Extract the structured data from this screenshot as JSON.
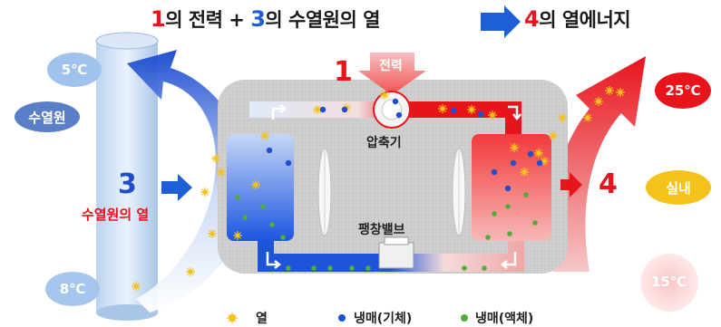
{
  "header": {
    "num1": "1",
    "part1": "의 전력 + ",
    "num3": "3",
    "part2": "의 수열원의 열",
    "num4": "4",
    "part3": "의 열에너지"
  },
  "left": {
    "temp_top": "5℃",
    "source_label": "수열원",
    "step_number": "3",
    "step_label": "수열원의 열",
    "temp_bottom": "8℃"
  },
  "center": {
    "step1_number": "1",
    "step1_label": "전력",
    "compressor_label": "압축기",
    "valve_label": "팽창밸브"
  },
  "right": {
    "temp_top": "25℃",
    "step_number": "4",
    "indoor_label": "실내",
    "temp_bottom": "15℃"
  },
  "legend": {
    "heat": "열",
    "gas": "냉매(기체)",
    "liquid": "냉매(액체)"
  },
  "colors": {
    "red": "#e8141c",
    "blue": "#1e5fd8",
    "heat_yellow": "#f4c21a",
    "gas_dot": "#1f4fd0",
    "liquid_dot": "#4fae3a"
  }
}
